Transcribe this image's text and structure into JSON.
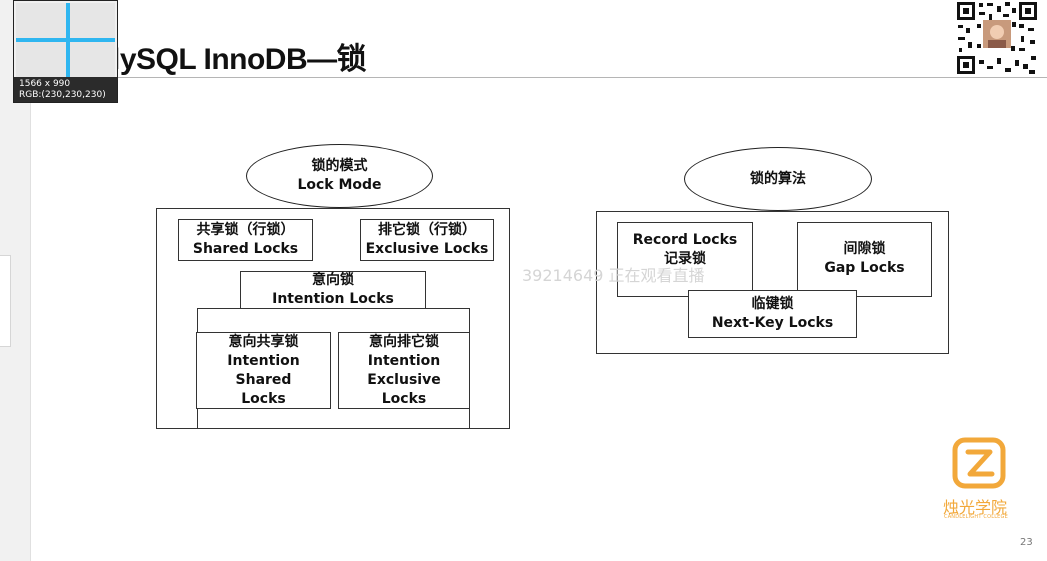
{
  "slide": {
    "title": "lySQL InnoDB—锁",
    "page_number": "23",
    "watermark": "39214649 正在观看直播",
    "brand_name": "烛光学院",
    "brand_sub": "CANDLELIGHT COLLEGE"
  },
  "magnifier": {
    "size_text": "1566 x 990",
    "rgb_text": "RGB:(230,230,230)"
  },
  "left_diagram": {
    "ellipse_cn": "锁的模式",
    "ellipse_en": "Lock Mode",
    "shared_cn": "共享锁（行锁）",
    "shared_en": "Shared Locks",
    "exclusive_cn": "排它锁（行锁）",
    "exclusive_en": "Exclusive Locks",
    "intention_cn": "意向锁",
    "intention_en": "Intention Locks",
    "is_cn": "意向共享锁",
    "is_en1": "Intention",
    "is_en2": "Shared",
    "is_en3": "Locks",
    "ix_cn": "意向排它锁",
    "ix_en1": "Intention",
    "ix_en2": "Exclusive",
    "ix_en3": "Locks"
  },
  "right_diagram": {
    "ellipse_cn": "锁的算法",
    "record_en": "Record Locks",
    "record_cn": "记录锁",
    "gap_cn": "间隙锁",
    "gap_en": "Gap Locks",
    "nextkey_cn": "临键锁",
    "nextkey_en": "Next-Key Locks"
  },
  "colors": {
    "accent_blue": "#2fb6f0",
    "brand_orange": "#f2a83a"
  },
  "icons": {
    "qr": "qr-code-icon",
    "brand": "candlelight-logo-icon"
  }
}
